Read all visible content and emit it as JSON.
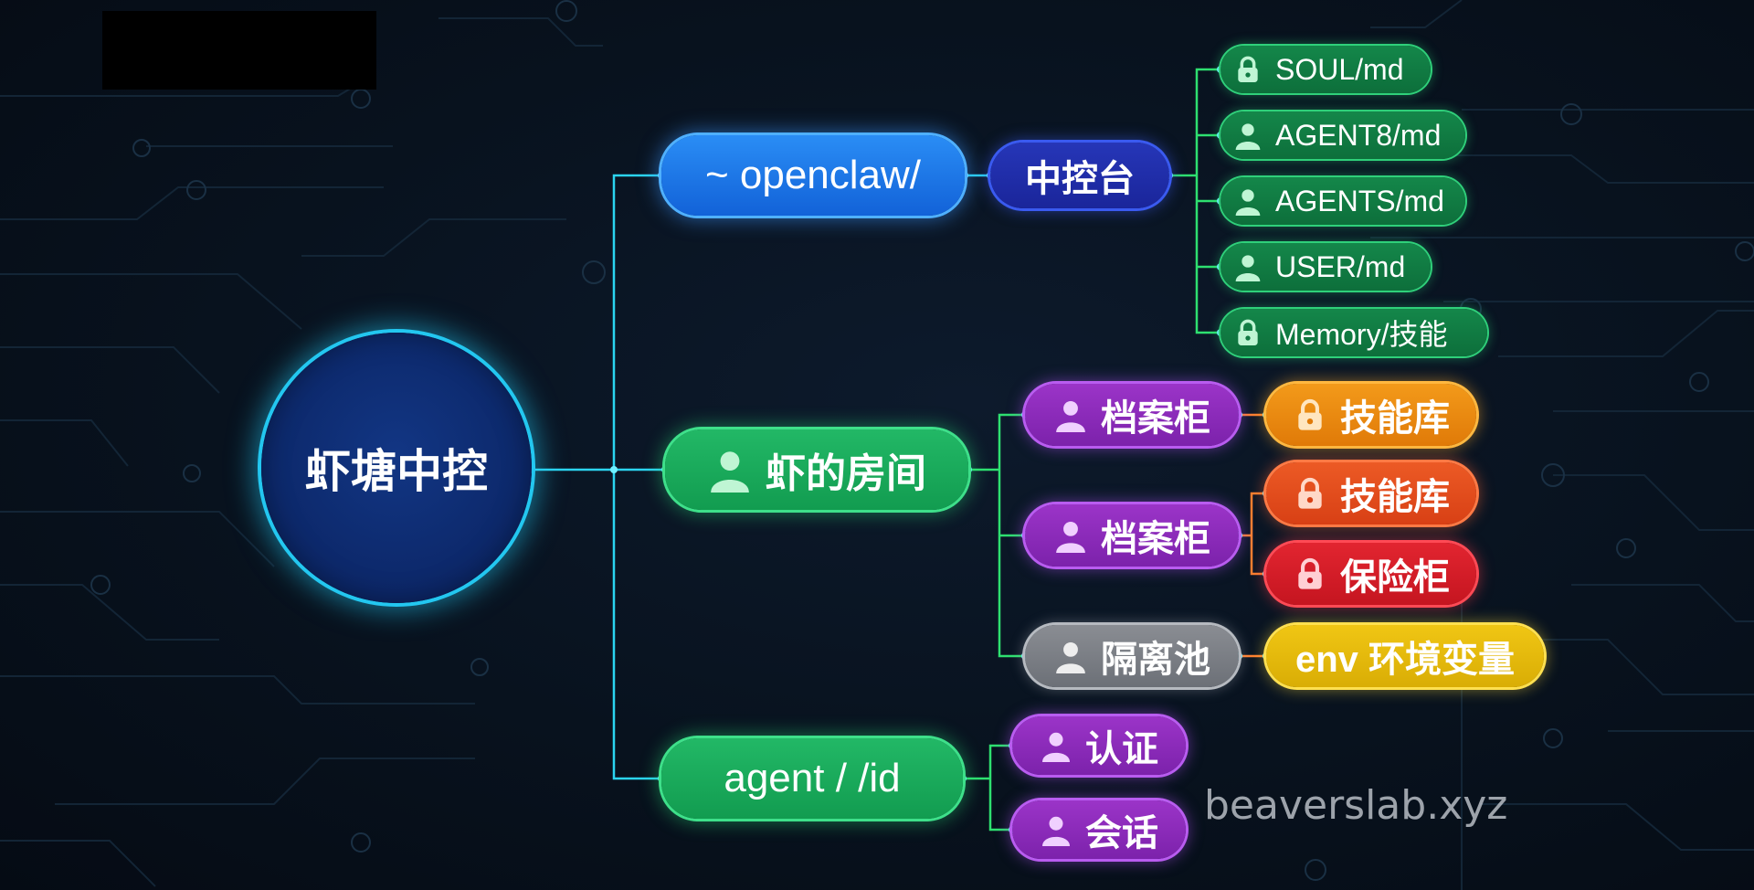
{
  "hub": {
    "label": "虾塘中控"
  },
  "branches": [
    {
      "label": "~ openclaw/",
      "children": [
        {
          "label": "中控台",
          "files": [
            {
              "label": "SOUL/md",
              "icon": "lock-icon"
            },
            {
              "label": "AGENT8/md",
              "icon": "user-icon"
            },
            {
              "label": "AGENTS/md",
              "icon": "user-icon"
            },
            {
              "label": "USER/md",
              "icon": "user-icon"
            },
            {
              "label": "Memory/技能",
              "icon": "lock-icon"
            }
          ]
        }
      ]
    },
    {
      "label": "虾的房间",
      "icon": "user-icon",
      "children": [
        {
          "label": "档案柜",
          "leaves": [
            {
              "label": "技能库",
              "icon": "lock-icon"
            }
          ]
        },
        {
          "label": "档案柜",
          "leaves": [
            {
              "label": "技能库",
              "icon": "lock-icon"
            },
            {
              "label": "保险柜",
              "icon": "lock-icon"
            }
          ]
        },
        {
          "label": "隔离池",
          "leaves": [
            {
              "label": "env 环境变量"
            }
          ]
        }
      ]
    },
    {
      "label": "agent / /id",
      "children": [
        {
          "label": "认证",
          "icon": "user-icon"
        },
        {
          "label": "会话",
          "icon": "user-icon"
        }
      ]
    }
  ],
  "watermark": "beaverslab.xyz",
  "colors": {
    "hub": "#0c2768",
    "hub_ring": "#23c7f0",
    "connector": "#2bd4f0",
    "blue": "#1f7ae8",
    "navy": "#1f2ca8",
    "green": "#18a85a",
    "dark_green": "#117a43",
    "purple": "#8a2bb8",
    "grey": "#7a7e85",
    "orange": "#ee8a10",
    "red_orange": "#e24e1d",
    "red": "#d41c27",
    "yellow": "#e8bb0c"
  }
}
